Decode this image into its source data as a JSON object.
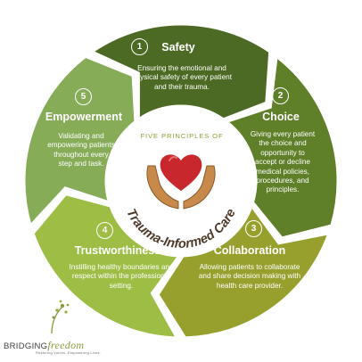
{
  "center": {
    "subtitle": "FIVE PRINCIPLES OF",
    "title": "Trauma-Informed Care"
  },
  "segments": [
    {
      "number": "1",
      "title": "Safety",
      "description": "Ensuring the emotional and physical safety of every patient and their trauma.",
      "color": "#4d6a24"
    },
    {
      "number": "2",
      "title": "Choice",
      "description": "Giving every patient the choice and opportunity to accept or decline medical policies, procedures, and principles.",
      "color": "#5f7f28"
    },
    {
      "number": "3",
      "title": "Collaboration",
      "description": "Allowing patients to collaborate and share decision making with health care provider.",
      "color": "#97a02d"
    },
    {
      "number": "4",
      "title": "Trustworthiness",
      "description": "Instilling healthy boundaries and respect within the professional setting.",
      "color": "#9dbd45"
    },
    {
      "number": "5",
      "title": "Empowerment",
      "description": "Validating and empowering patients throughout every step and task.",
      "color": "#86ac58"
    }
  ],
  "logo": {
    "word1": "BRIDGING",
    "word2": "freedom",
    "tagline": "Restoring Voices. Empowering Lives."
  },
  "colors": {
    "center_text": "#8ea13a",
    "heart": "#c8282d",
    "hands": "#c88a4a"
  }
}
